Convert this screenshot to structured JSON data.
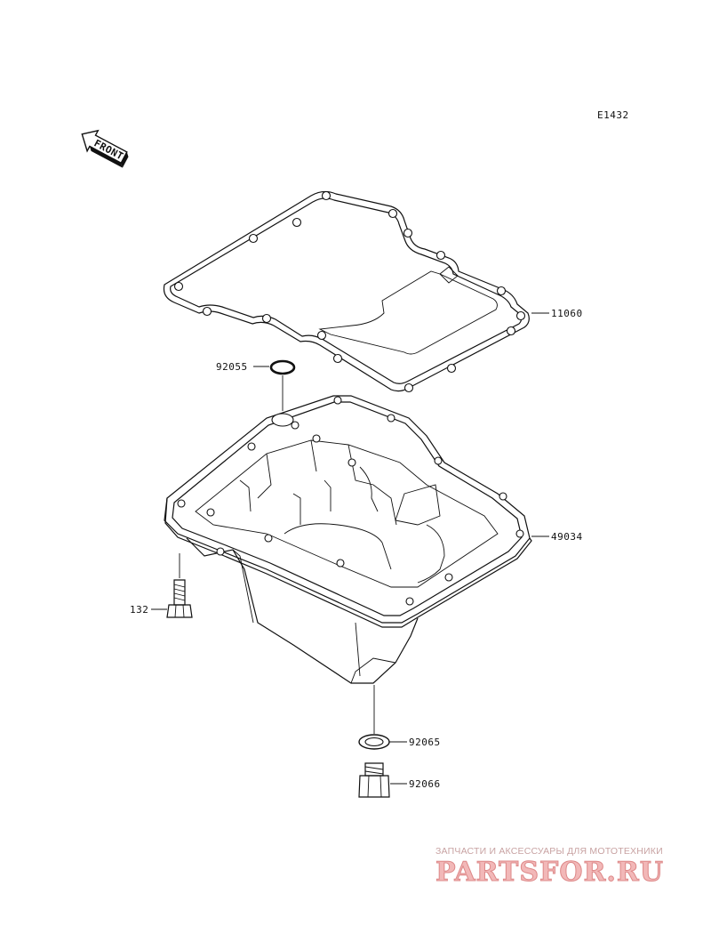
{
  "diagram": {
    "code": "E1432",
    "front_label": "FRONT",
    "parts": [
      {
        "number": "11060",
        "name": "gasket"
      },
      {
        "number": "92055",
        "name": "o-ring"
      },
      {
        "number": "49034",
        "name": "oil-pan"
      },
      {
        "number": "132",
        "name": "bolt"
      },
      {
        "number": "92065",
        "name": "washer"
      },
      {
        "number": "92066",
        "name": "drain-plug"
      }
    ]
  },
  "watermark": {
    "tagline": "ЗАПЧАСТИ И АКСЕССУАРЫ ДЛЯ МОТОТЕХНИКИ",
    "logo": "PARTSFOR.RU"
  },
  "colors": {
    "line": "#111111",
    "background": "#ffffff",
    "watermark": "#f2b8b8"
  }
}
